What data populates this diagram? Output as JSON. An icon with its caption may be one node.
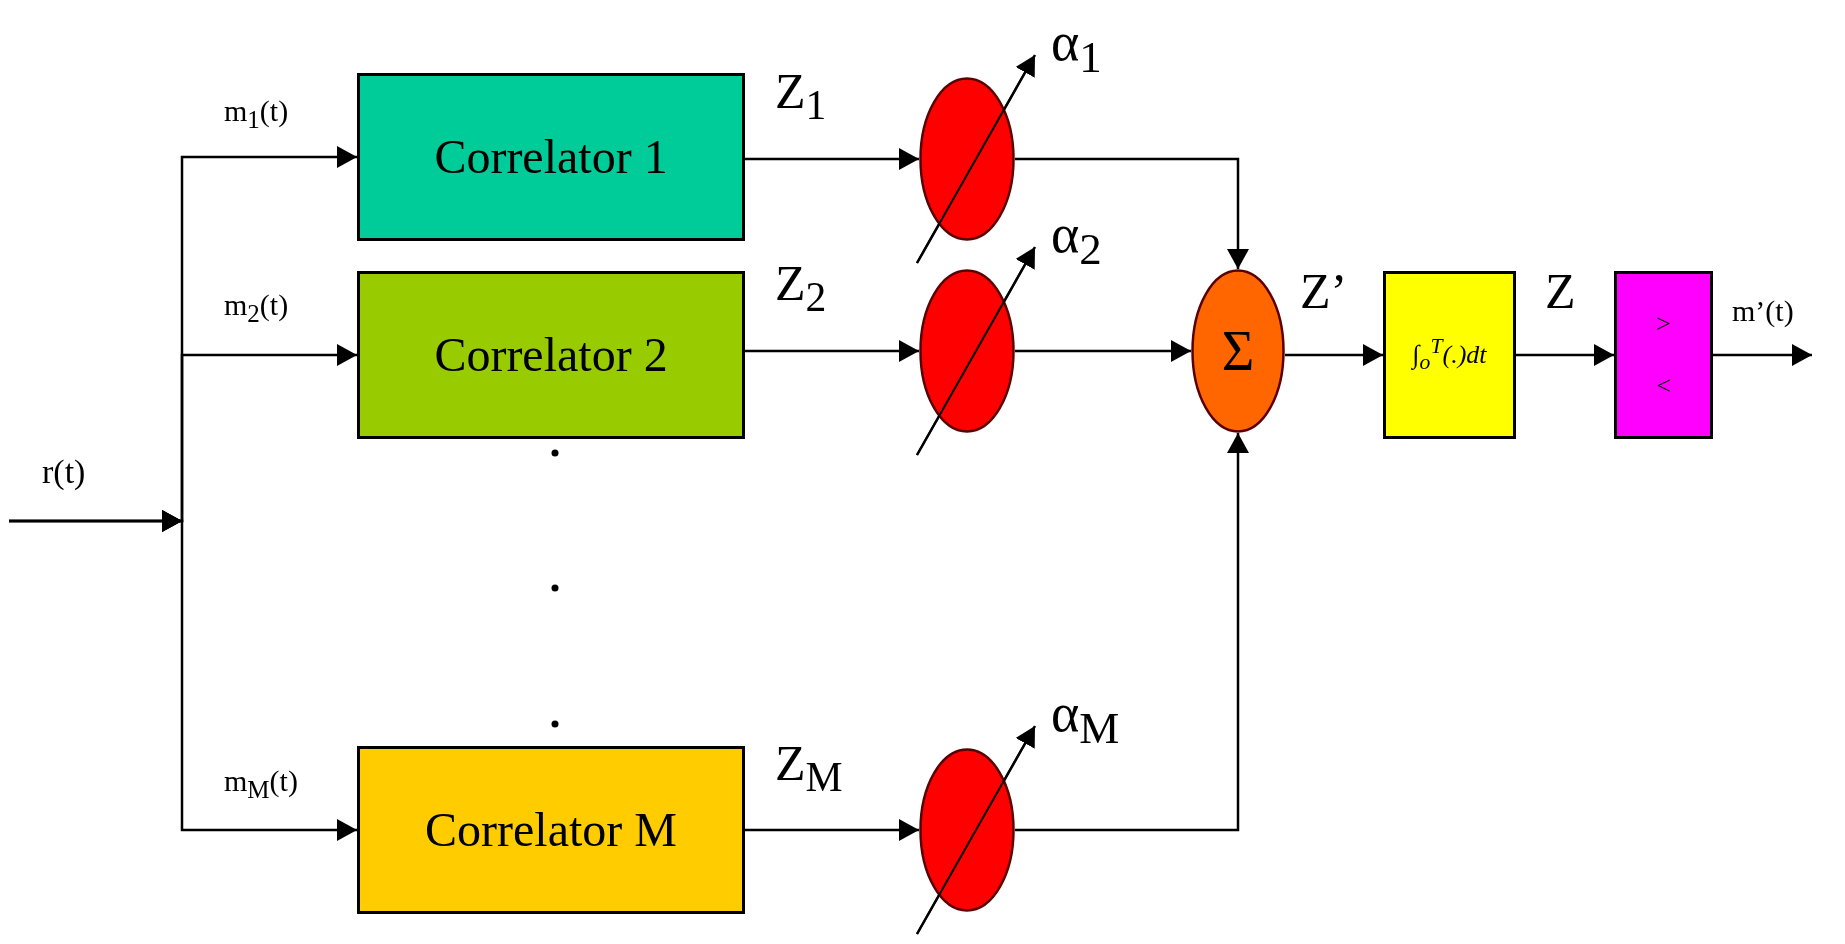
{
  "diagram": {
    "nodes": [
      {
        "text": [
          "Correlator 1"
        ]
      },
      {
        "text": [
          "Correlator 2"
        ]
      },
      {
        "text": [
          "Correlator M"
        ]
      },
      {
        "text": [],
        "shape": "circle",
        "beside": [
          "α$_{1}$"
        ]
      },
      {
        "text": [],
        "shape": "circle",
        "beside": [
          "α$_{2}$"
        ]
      },
      {
        "text": [],
        "shape": "circle",
        "beside": [
          "α$_{M}$"
        ]
      },
      {
        "text": [
          "Σ"
        ]
      },
      {
        "text": [
          "∫$_{o}$$^{T}$(.)dt"
        ]
      },
      {
        "text": [
          ">",
          "<"
        ]
      }
    ],
    "edges": [
      {
        "from": null,
        "to": 0,
        "arrow": "to",
        "label": "m$_{1}$(t)"
      },
      {
        "from": null,
        "to": 1,
        "arrow": "to",
        "label": "m$_{2}$(t)"
      },
      {
        "from": null,
        "to": 2,
        "arrow": "to",
        "label": "m$_{M}$(t)"
      },
      {
        "from": 0,
        "to": 3,
        "arrow": "to",
        "label": "Z$_{1}$"
      },
      {
        "from": 1,
        "to": 4,
        "arrow": "to",
        "label": "Z$_{2}$"
      },
      {
        "from": 2,
        "to": 5,
        "arrow": "to",
        "label": "Z$_{M}$"
      },
      {
        "from": 3,
        "to": 6,
        "arrow": "to"
      },
      {
        "from": 4,
        "to": 6,
        "arrow": "to"
      },
      {
        "from": 5,
        "to": 6,
        "arrow": "to"
      },
      {
        "from": 6,
        "to": 7,
        "arrow": "to",
        "label": "Z’"
      },
      {
        "from": 7,
        "to": 8,
        "arrow": "to",
        "label": "Z"
      },
      {
        "from": 8,
        "to": null,
        "arrow": "to",
        "label": "m’(t)"
      }
    ],
    "labels": [
      "r(t)"
    ]
  }
}
